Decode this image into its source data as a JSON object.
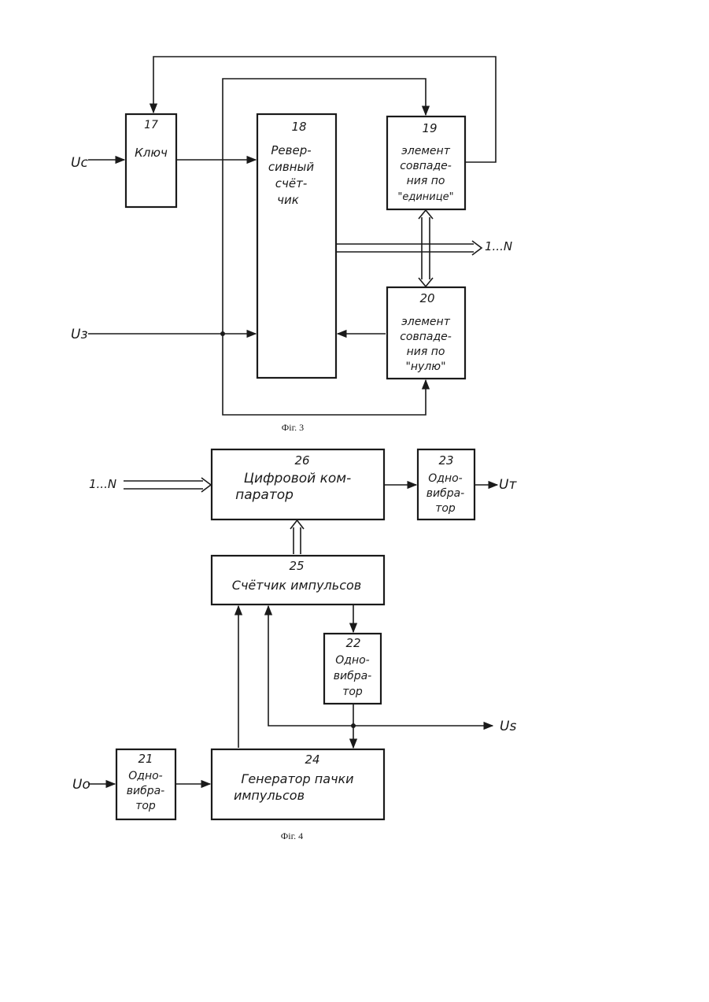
{
  "fig3": {
    "caption": "Фіг. 3",
    "blocks": {
      "b17": {
        "num": "17",
        "lines": [
          "Ключ"
        ]
      },
      "b18": {
        "num": "18",
        "lines": [
          "Ревер-",
          "сивный",
          "счёт-",
          "чик"
        ]
      },
      "b19": {
        "num": "19",
        "lines": [
          "элемент",
          "совпаде-",
          "ния по",
          "\"единице\""
        ]
      },
      "b20": {
        "num": "20",
        "lines": [
          "элемент",
          "совпаде-",
          "ния по",
          "\"нулю\""
        ]
      }
    },
    "signals": {
      "uc": "Uc",
      "uz": "Uз",
      "out_bus": "1...N"
    }
  },
  "fig4": {
    "caption": "Фіг. 4",
    "blocks": {
      "b26": {
        "num": "26",
        "lines": [
          "Цифровой ком-",
          "паратор"
        ]
      },
      "b23": {
        "num": "23",
        "lines": [
          "Одно-",
          "вибра-",
          "тор"
        ]
      },
      "b25": {
        "num": "25",
        "lines": [
          "Счётчик импульсов"
        ]
      },
      "b22": {
        "num": "22",
        "lines": [
          "Одно-",
          "вибра-",
          "тор"
        ]
      },
      "b21": {
        "num": "21",
        "lines": [
          "Одно-",
          "вибра-",
          "тор"
        ]
      },
      "b24": {
        "num": "24",
        "lines": [
          "Генератор пачки",
          "импульсов"
        ]
      }
    },
    "signals": {
      "in_bus": "1...N",
      "ut": "Uт",
      "us": "Us",
      "uo": "Uo"
    }
  }
}
